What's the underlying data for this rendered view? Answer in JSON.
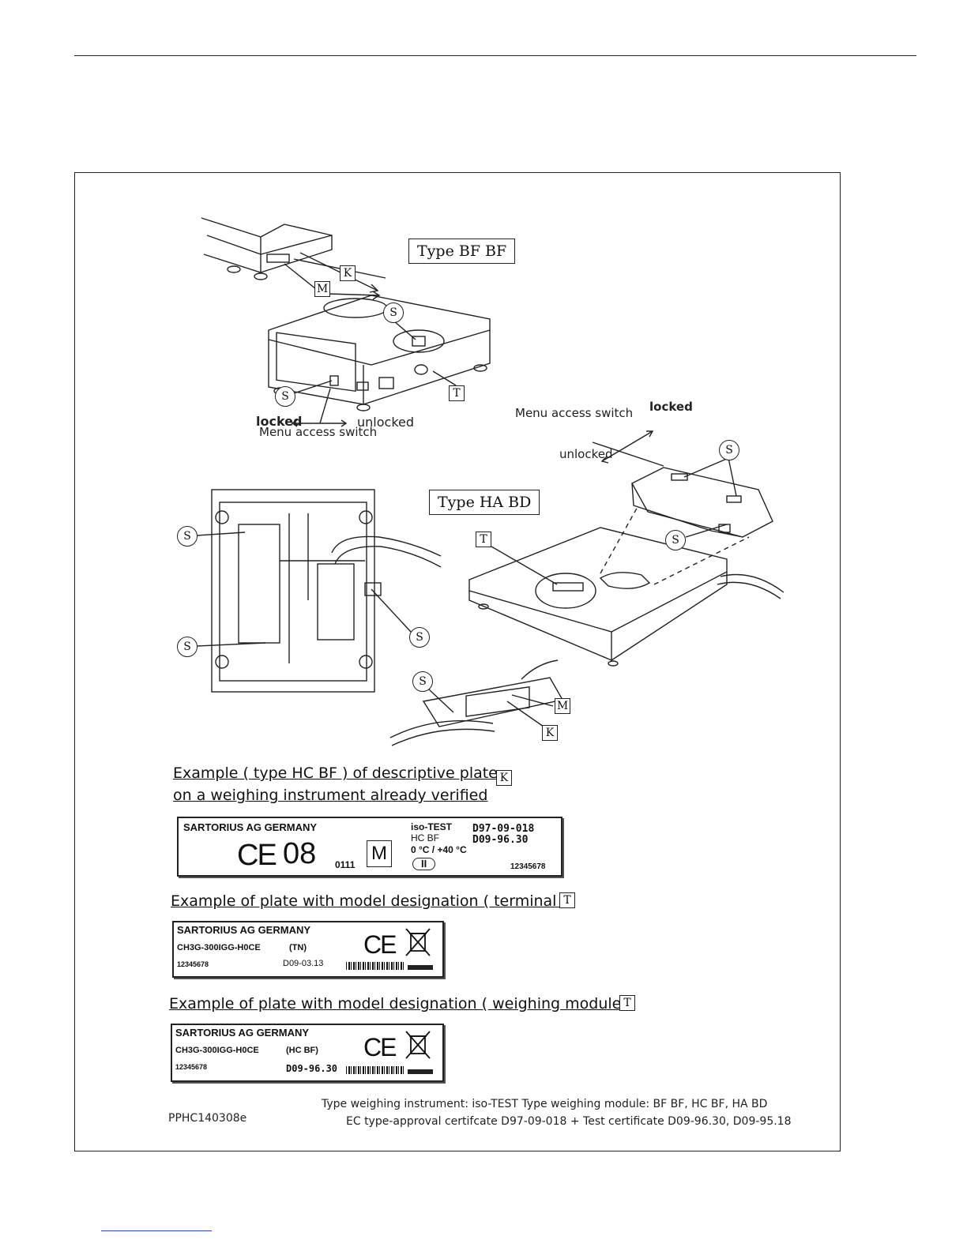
{
  "figure": {
    "type_bf": "Type BF BF",
    "type_ha": "Type HA BD",
    "callouts": {
      "k": "K",
      "m": "M",
      "s": "S",
      "t": "T"
    },
    "switch_bf": {
      "locked": "locked",
      "unlocked": "unlocked",
      "caption": "Menu access switch"
    },
    "switch_ha": {
      "caption": "Menu access switch",
      "locked": "locked",
      "unlocked": "unlocked"
    }
  },
  "examples": {
    "descriptive_line1": "Example ( type HC BF ) of descriptive plate",
    "descriptive_line2": "on a weighing instrument already verified",
    "terminal": "Example of plate with model designation ( terminal )",
    "module": "Example of plate with model designation ( weighing module )"
  },
  "plate_descriptive": {
    "maker": "SARTORIUS AG GERMANY",
    "ce": "CE",
    "year": "08",
    "notified": "0111",
    "metrology": "M",
    "type_label": "iso-TEST",
    "cert1": "D97-09-018",
    "model": "HC BF",
    "cert2": "D09-96.30",
    "temp": "0 °C / +40 °C",
    "accuracy_class": "II",
    "serial": "12345678"
  },
  "plate_terminal": {
    "maker": "SARTORIUS AG GERMANY",
    "model": "CH3G-300IGG-H0CE",
    "variant": "(TN)",
    "serial": "12345678",
    "cert": "D09-03.13",
    "ce": "CE"
  },
  "plate_module": {
    "maker": "SARTORIUS AG GERMANY",
    "model": "CH3G-300IGG-H0CE",
    "variant": "(HC BF)",
    "serial": "12345678",
    "cert": "D09-96.30",
    "ce": "CE"
  },
  "footer": {
    "code": "PPHC140308e",
    "line1": "Type weighing instrument: iso-TEST   Type weighing module: BF BF, HC BF, HA BD",
    "line2": "EC type-approval certifcate D97-09-018  +  Test certificate D09-96.30, D09-95.18"
  }
}
